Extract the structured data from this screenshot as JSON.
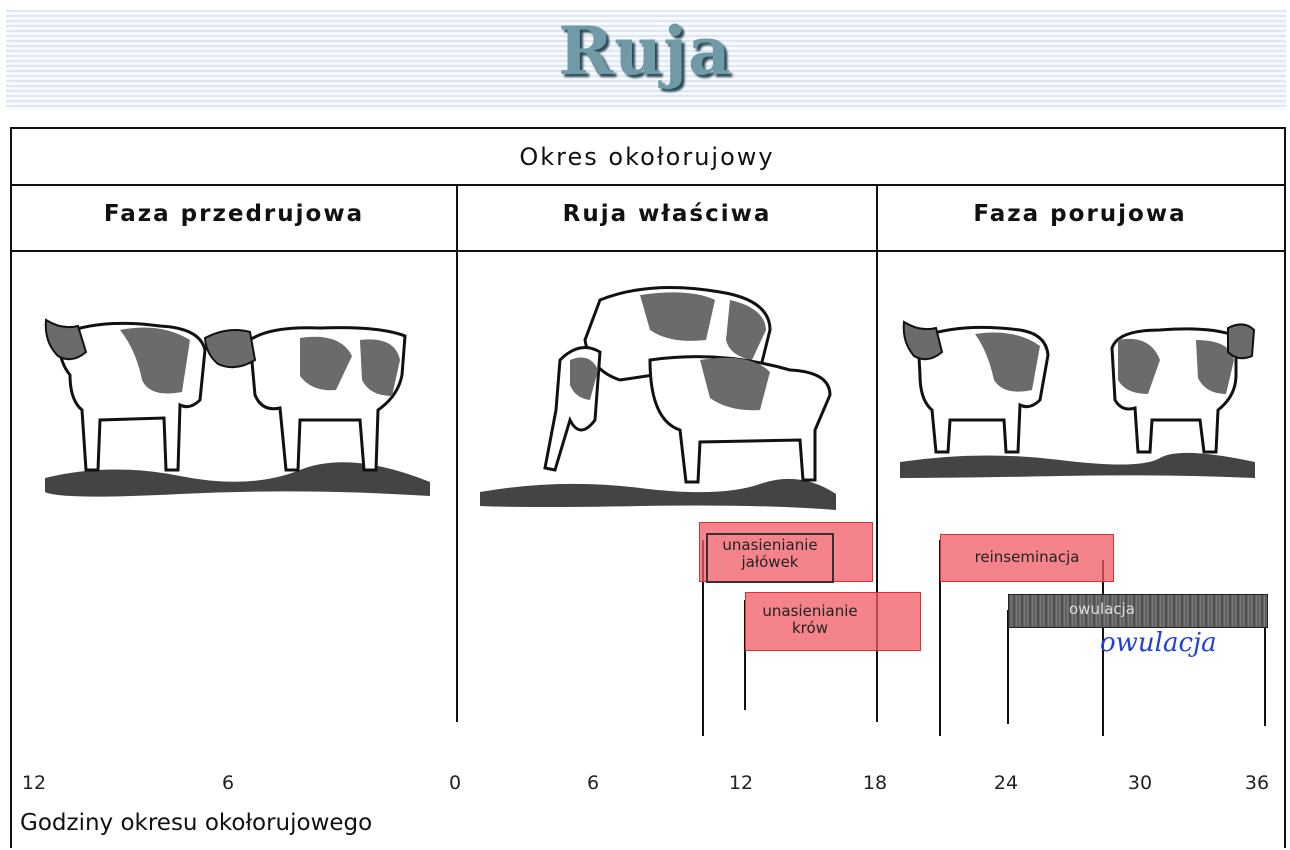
{
  "title": "Ruja",
  "diagram": {
    "top_header": "Okres okołorujowy",
    "phases": [
      "Faza przedrujowa",
      "Ruja właściwa",
      "Faza porujowa"
    ],
    "events": [
      {
        "lines": [
          "unasienianie",
          "jałówek"
        ]
      },
      {
        "lines": [
          "unasienianie",
          "krów"
        ]
      },
      {
        "lines": [
          "reinseminacja"
        ]
      }
    ],
    "ovulation_bar_label": "owulacja",
    "ovulation_handwritten": "owulacja",
    "axis_ticks": [
      "12",
      "6",
      "0",
      "6",
      "12",
      "18",
      "24",
      "30",
      "36"
    ],
    "axis_label": "Godziny okresu okołorujowego"
  },
  "colors": {
    "title": "#6f9aa6",
    "title_shadow": "#2d4a56",
    "event_highlight": "#f05a64",
    "handwriting": "#2340d8"
  },
  "icons": [
    "cow-pair-sniffing",
    "cow-mounting",
    "cow-pair-resting"
  ]
}
